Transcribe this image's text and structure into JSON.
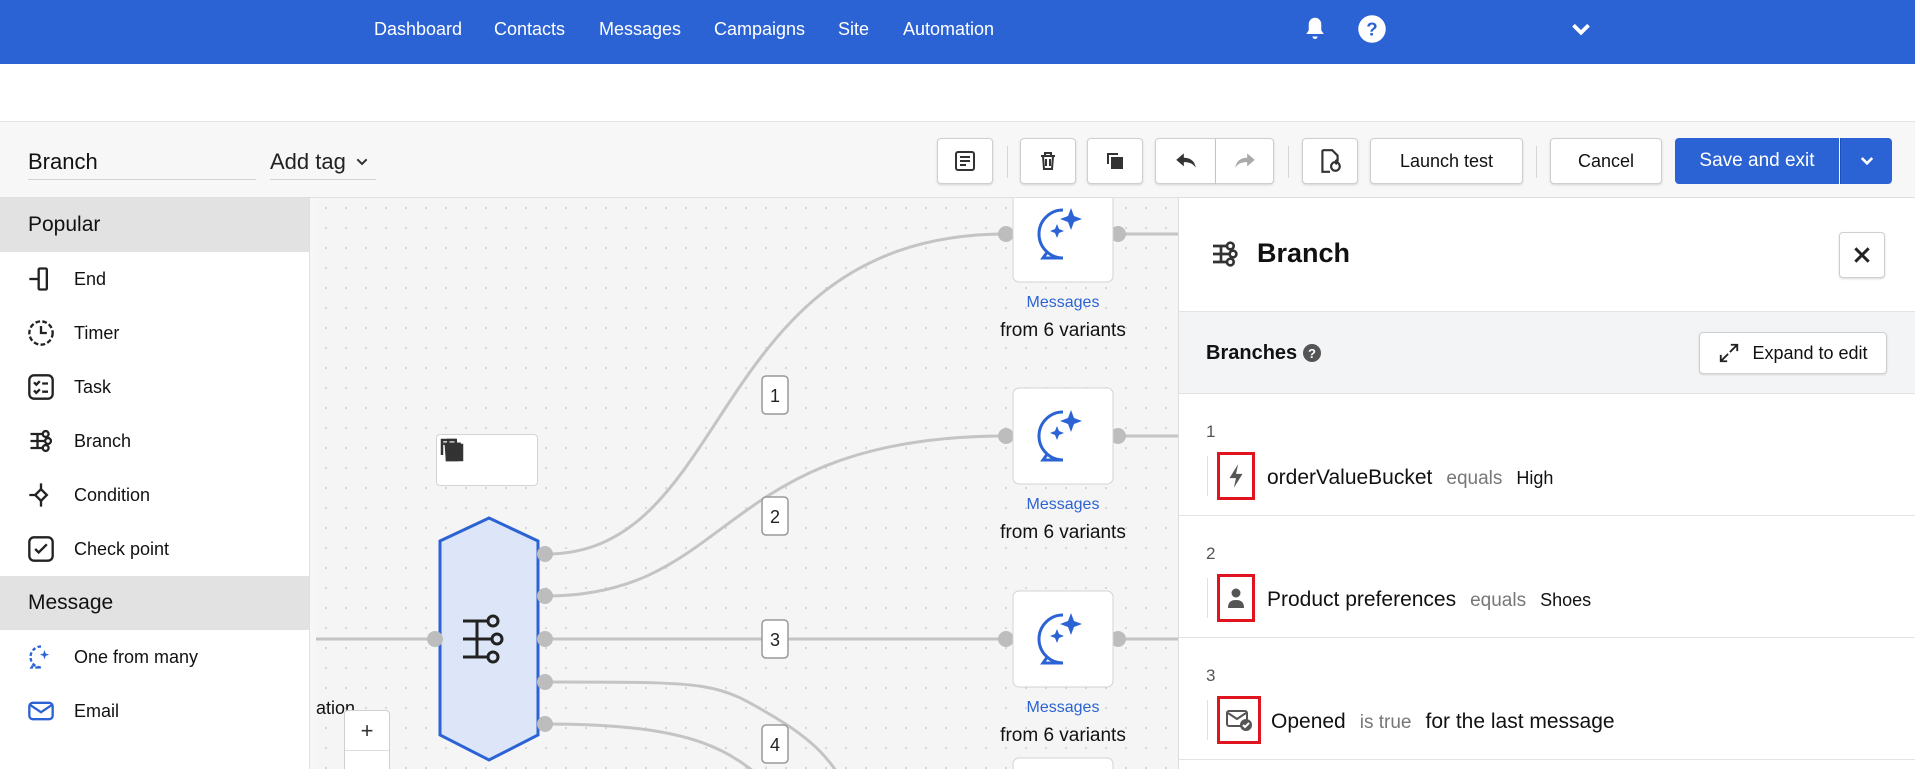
{
  "nav": {
    "links": [
      "Dashboard",
      "Contacts",
      "Messages",
      "Campaigns",
      "Site",
      "Automation"
    ],
    "icons": [
      "bell-icon",
      "help-icon",
      "chevron-down-icon"
    ]
  },
  "toolbar": {
    "name_value": "Branch",
    "add_tag_label": "Add tag",
    "launch_test_label": "Launch test",
    "cancel_label": "Cancel",
    "save_label": "Save and exit"
  },
  "palette": {
    "popular_header": "Popular",
    "popular_items": [
      "End",
      "Timer",
      "Task",
      "Branch",
      "Condition",
      "Check point"
    ],
    "message_header": "Message",
    "message_items": [
      "One from many",
      "Email"
    ]
  },
  "canvas": {
    "edge_labels": [
      "1",
      "2",
      "3",
      "4"
    ],
    "message_nodes": [
      {
        "label": "Messages",
        "sub": "from 6 variants"
      },
      {
        "label": "Messages",
        "sub": "from 6 variants"
      },
      {
        "label": "Messages",
        "sub": "from 6 variants"
      }
    ],
    "partial_label": "ation",
    "zoom_in": "+"
  },
  "panel": {
    "title": "Branch",
    "branches_title": "Branches",
    "help_glyph": "?",
    "expand_label": "Expand to edit",
    "branches": [
      {
        "num": "1",
        "icon": "lightning-icon",
        "field": "orderValueBucket",
        "op": "equals",
        "value": "High"
      },
      {
        "num": "2",
        "icon": "person-icon",
        "field": "Product preferences",
        "op": "equals",
        "value": "Shoes"
      },
      {
        "num": "3",
        "icon": "mail-check-icon",
        "field": "Opened",
        "op": "is true",
        "value": "for the last message"
      }
    ]
  },
  "colors": {
    "brand": "#2c63d4",
    "highlight": "#e0141e",
    "node_fill": "#dde6f8"
  }
}
